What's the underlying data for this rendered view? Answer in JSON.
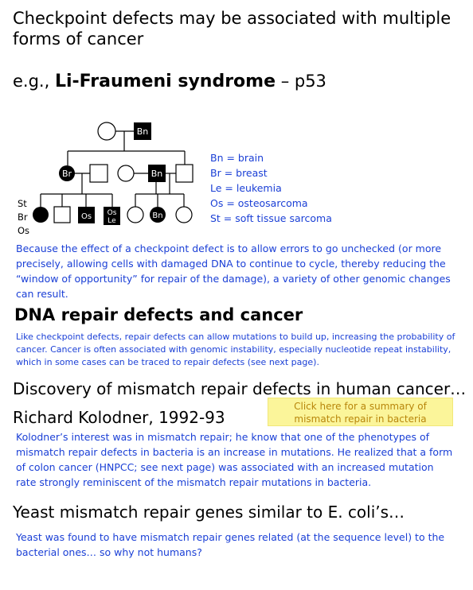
{
  "header": {
    "title_line1": "Checkpoint defects may be associated with multiple",
    "title_line2": "forms of cancer",
    "eg_prefix": "e.g.,",
    "syndrome": "Li-Fraumeni syndrome",
    "gene": "–  p53"
  },
  "pedigree": {
    "gen1_male_label": "Bn",
    "gen2_female_left_label": "Br",
    "gen2_male_right_label": "Bn",
    "gen3_labels": [
      "",
      "Os",
      "Os\nLe",
      "",
      "Bn",
      ""
    ],
    "side_labels": [
      "St",
      "Br",
      "Os"
    ]
  },
  "legend": [
    "Bn = brain",
    "Br = breast",
    "Le = leukemia",
    "Os = osteosarcoma",
    "St = soft tissue sarcoma"
  ],
  "checkpoint_paragraph": "Because the effect of a checkpoint defect is to allow errors to go unchecked (or more precisely, allowing cells with damaged DNA to continue to cycle, thereby reducing the “window of opportunity” for repair of the damage), a variety of other genomic changes can result.",
  "dna_repair": {
    "heading": "DNA repair defects and cancer",
    "text": "Like checkpoint defects, repair defects can allow mutations to build up, increasing the probability of cancer.  Cancer is often associated with genomic instability, especially nucleotide repeat instability, which in some cases can be traced to repair defects (see next page)."
  },
  "discovery": {
    "heading": "Discovery of mismatch repair defects in human cancer…",
    "subheading": "Richard Kolodner, 1992-93",
    "note_line1": "Click here for a summary of",
    "note_line2": "mismatch repair in bacteria",
    "text": "Kolodner’s interest was in mismatch repair; he know that one of the phenotypes of mismatch repair defects in bacteria is an increase in mutations.  He realized that a form of colon cancer (HNPCC; see next page) was associated with an increased mutation rate strongly reminiscent of the mismatch repair mutations in bacteria."
  },
  "yeast": {
    "heading": "Yeast mismatch repair genes similar to E. coli’s…",
    "text": "Yeast was found to have mismatch repair genes related (at the sequence level) to the bacterial ones… so why not humans?"
  }
}
